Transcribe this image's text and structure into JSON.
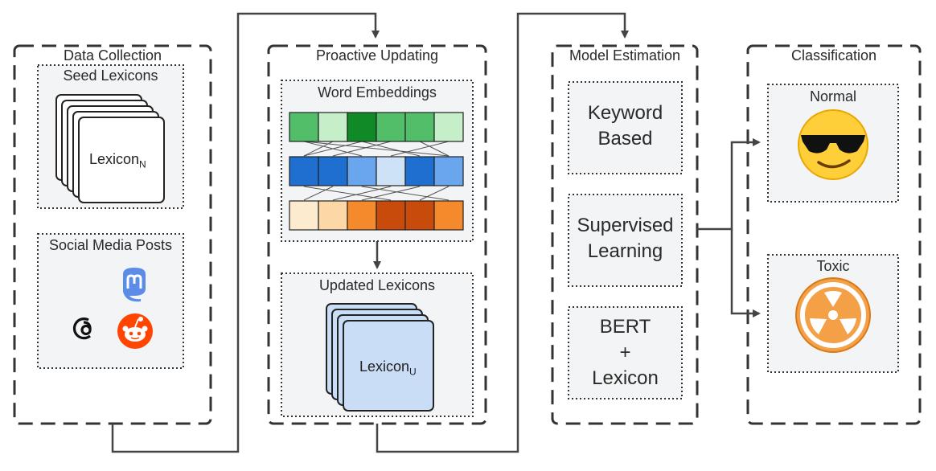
{
  "stages": {
    "data_collection": {
      "title": "Data Collection",
      "seed_lexicons": {
        "title": "Seed Lexicons",
        "card_label": "Lexicon",
        "card_sub": "N"
      },
      "social_media": {
        "title": "Social Media Posts",
        "icons": [
          "mastodon-logo",
          "threads-logo",
          "reddit-logo"
        ]
      }
    },
    "proactive_updating": {
      "title": "Proactive Updating",
      "word_embeddings": {
        "title": "Word Embeddings",
        "rows": [
          [
            "#52be6a",
            "#c5eec9",
            "#0f8a27",
            "#52be6a",
            "#52be6a",
            "#c5eec9"
          ],
          [
            "#1f6fd1",
            "#1f6fd1",
            "#6aa6ee",
            "#cde1f7",
            "#1f6fd1",
            "#6aa6ee"
          ],
          [
            "#fdebd0",
            "#fbd8a6",
            "#f58a2c",
            "#c84b0b",
            "#c84b0b",
            "#f58a2c"
          ]
        ]
      },
      "updated_lexicons": {
        "title": "Updated Lexicons",
        "card_label": "Lexicon",
        "card_sub": "U"
      }
    },
    "model_estimation": {
      "title": "Model Estimation",
      "models": [
        {
          "lines": [
            "Keyword",
            "Based"
          ]
        },
        {
          "lines": [
            "Supervised",
            "Learning"
          ]
        },
        {
          "lines": [
            "BERT",
            "+",
            "Lexicon"
          ]
        }
      ]
    },
    "classification": {
      "title": "Classification",
      "classes": [
        {
          "label": "Normal",
          "icon": "sunglasses-face-icon"
        },
        {
          "label": "Toxic",
          "icon": "radioactive-icon"
        }
      ]
    }
  }
}
